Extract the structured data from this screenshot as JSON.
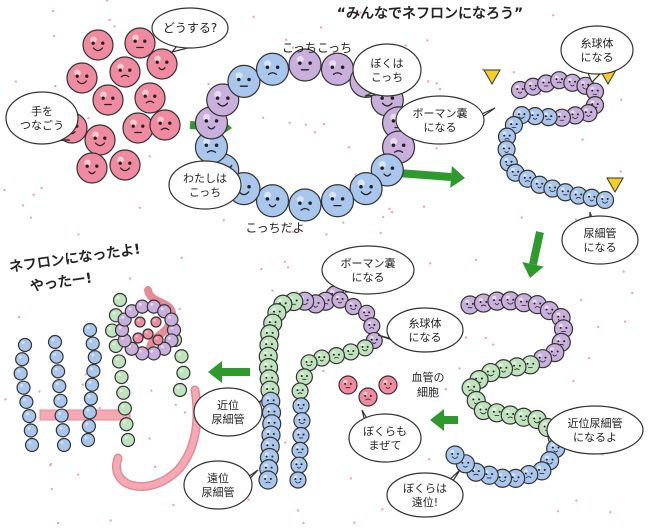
{
  "title": "“みんなでネフロンになろう”",
  "colors": {
    "pink": "#f08aa0",
    "purple": "#c9b0dc",
    "blue": "#a9c6ec",
    "green": "#bfe3bd",
    "arrow": "#2e9a2e",
    "vessel": "#f4a9b3",
    "vessel_dark": "#e48b98",
    "outline": "#333333",
    "face": "#222222",
    "sparkle": "#f2a3b6",
    "flag": "#f5d020"
  },
  "steps": [
    {
      "cells": "pink",
      "bubbles": [
        {
          "lines": [
            "どうする?"
          ]
        },
        {
          "lines": [
            "手を",
            "つなごう"
          ]
        }
      ]
    },
    {
      "cells": "purple-blue-ring",
      "bubbles": [
        {
          "lines": [
            "ぼくは",
            "こっち"
          ]
        },
        {
          "lines": [
            "わたしは",
            "こっち"
          ]
        }
      ],
      "captions": [
        "こっちこっち",
        "こっちだよ"
      ]
    },
    {
      "cells": "s-chain",
      "bubbles": [
        {
          "lines": [
            "糸球体",
            "になる"
          ]
        },
        {
          "lines": [
            "ボーマン嚢",
            "になる"
          ]
        },
        {
          "lines": [
            "尿細管",
            "になる"
          ]
        }
      ]
    },
    {
      "cells": "s-chain-colored",
      "bubbles": [
        {
          "lines": [
            "近位尿細管",
            "になるよ"
          ]
        },
        {
          "lines": [
            "ぼくらは",
            "遠位!"
          ]
        }
      ]
    },
    {
      "cells": "column",
      "bubbles": [
        {
          "lines": [
            "ボーマン嚢",
            "になる"
          ]
        },
        {
          "lines": [
            "糸球体",
            "になる"
          ]
        },
        {
          "lines": [
            "近位",
            "尿細管"
          ]
        },
        {
          "lines": [
            "ぼくらも",
            "まぜて"
          ]
        },
        {
          "lines": [
            "遠位",
            "尿細管"
          ]
        }
      ],
      "captions": [
        "血管の",
        "細胞"
      ]
    },
    {
      "cells": "nephron",
      "captions": [
        "ネフロンになったよ!",
        "やったー!"
      ]
    }
  ]
}
